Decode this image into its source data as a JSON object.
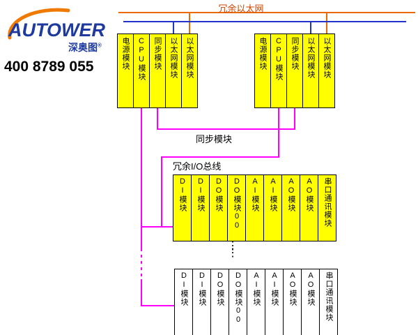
{
  "logo": {
    "brand": "AUTOWER",
    "brand_cn": "深奥图",
    "trademark": "®",
    "phone": "400 8789 055"
  },
  "labels": {
    "redundant_ethernet": "冗余以太网",
    "sync_link": "同步模块",
    "redundant_io_bus": "冗余I/O总线",
    "continuation_dots": "⋮"
  },
  "colors": {
    "module_fill_yellow": "#ffff00",
    "module_fill_white": "#ffffff",
    "ethernet_line_a_orange": "#e86a00",
    "ethernet_line_b_blue": "#2233cc",
    "io_bus_magenta": "#ff00ff",
    "brand_blue": "#1f3a9e",
    "brand_orange": "#f07a00",
    "ethernet_label_color": "#cc4400"
  },
  "racks": {
    "controller_a": {
      "modules": [
        "电源模块",
        "CPU模块",
        "同步模块",
        "以太网模块",
        "以太网模块"
      ]
    },
    "controller_b": {
      "modules": [
        "电源模块",
        "CPU模块",
        "同步模块",
        "以太网模块",
        "以太网模块"
      ]
    },
    "io_rack_top": {
      "modules": [
        "DI模块",
        "DI模块",
        "DO模块",
        "DO模块00",
        "AI模块",
        "AI模块",
        "AO模块",
        "AO模块",
        "串口通讯模块"
      ]
    },
    "io_rack_bottom": {
      "modules": [
        "DI模块",
        "DI模块",
        "DO模块",
        "DO模块00",
        "AI模块",
        "AI模块",
        "AO模块",
        "AO模块",
        "串口通讯模块"
      ]
    }
  }
}
